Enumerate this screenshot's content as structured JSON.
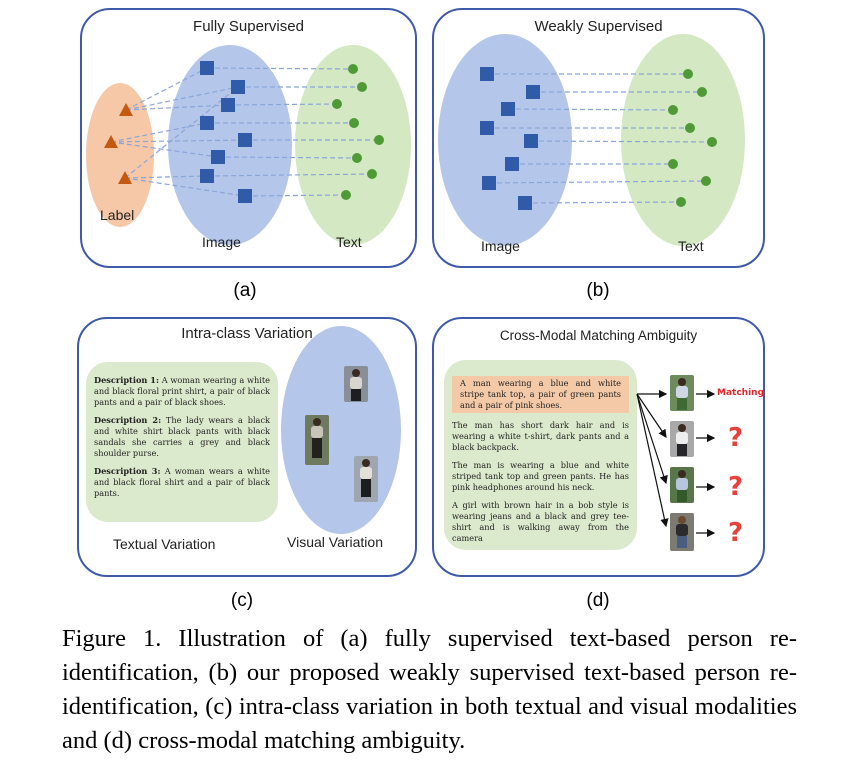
{
  "panels": {
    "a": {
      "title": "Fully Supervised",
      "label_label": "Label",
      "image_label": "Image",
      "text_label": "Text",
      "sublabel": "(a)"
    },
    "b": {
      "title": "Weakly Supervised",
      "image_label": "Image",
      "text_label": "Text",
      "sublabel": "(b)"
    },
    "c": {
      "title": "Intra-class Variation",
      "descriptions": [
        {
          "head": "Description 1:",
          "text": " A woman wearing a white and black floral print shirt, a pair of black pants and a pair of black shoes."
        },
        {
          "head": "Description 2:",
          "text": " The lady wears a black and white shirt black pants with black sandals she carries a grey and black shoulder purse."
        },
        {
          "head": "Description 3:",
          "text": " A woman wears a white and black floral shirt and a pair of black pants."
        }
      ],
      "textual_label": "Textual Variation",
      "visual_label": "Visual Variation",
      "sublabel": "(c)"
    },
    "d": {
      "title": "Cross-Modal Matching Ambiguity",
      "texts": [
        "A man wearing a blue and white stripe tank top, a pair of green pants and a pair of pink shoes.",
        "The man has short dark hair and is wearing a white t-shirt, dark pants and a black backpack.",
        "The man is wearing a blue and white striped tank top and green pants. He has pink headphones around his neck.",
        "A girl with brown hair in a bob style is wearing jeans and a black and grey tee-shirt and is walking away from the camera"
      ],
      "matching_label": "Matching",
      "question": "?",
      "sublabel": "(d)"
    }
  },
  "colors": {
    "panel_border": "#3f5aa8",
    "label_ellipse": "#f7c8a8",
    "image_ellipse": "#b4c6ea",
    "text_ellipse": "#d5e8c4",
    "square": "#2f5ba8",
    "circle": "#4f9a36",
    "triangle": "#c4590f",
    "dash": "#8aa6d8"
  },
  "caption": "Figure 1. Illustration of (a) fully supervised text-based person re-identification, (b) our proposed weakly supervised text-based person re-identification, (c) intra-class variation in both textual and visual modalities and (d) cross-modal matching ambiguity."
}
